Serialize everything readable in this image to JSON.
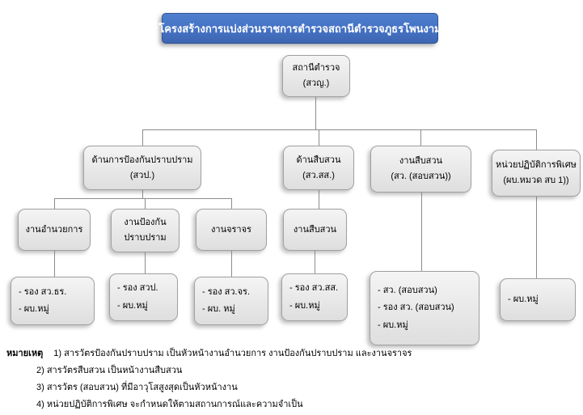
{
  "title": "โครงสร้างการแบ่งส่วนราชการตำรวจสถานีตำรวจภูธรโพนงาม",
  "root": {
    "lines": [
      "สถานีตำรวจ",
      "(สวญ.)"
    ]
  },
  "level2": [
    {
      "lines": [
        "ด้านการป้องกันปราบปราม",
        "(สวป.)"
      ]
    },
    {
      "lines": [
        "ด้านสืบสวน",
        "(สว.สส.)"
      ]
    },
    {
      "lines": [
        "งานสืบสวน",
        "(สว. (สอบสวน))"
      ]
    },
    {
      "lines": [
        "หน่วยปฏิบัติการพิเศษ",
        "(ผบ.หมวด สบ 1))"
      ]
    }
  ],
  "level3": [
    {
      "lines": [
        "งานอำนวยการ"
      ]
    },
    {
      "lines": [
        "งานป้องกัน",
        "ปราบปราม"
      ]
    },
    {
      "lines": [
        "งานจราจร"
      ]
    },
    {
      "lines": [
        "งานสืบสวน"
      ]
    }
  ],
  "level4": [
    {
      "items": [
        "- รอง สว.ธร.",
        "- ผบ.หมู่"
      ]
    },
    {
      "items": [
        "- รอง สวป.",
        "- ผบ.หมู่"
      ]
    },
    {
      "items": [
        "- รอง สว.จร.",
        "- ผบ. หมู่"
      ]
    },
    {
      "items": [
        "- รอง สว.สส.",
        "- ผบ.หมู่"
      ]
    },
    {
      "items": [
        "- สว. (สอบสวน)",
        "- รอง สว. (สอบสวน)",
        "- ผบ.หมู่"
      ]
    },
    {
      "items": [
        "- ผบ.หมู่"
      ]
    }
  ],
  "notes": {
    "heading": "หมายเหตุ",
    "lines": [
      "1) สารวัตรป้องกันปราบปราม เป็นหัวหน้างานอำนวยการ งานป้องกันปราบปราม และงานจราจร",
      "2) สารวัตรสืบสวน เป็นหน้างานสืบสวน",
      "3) สารวัตร (สอบสวน) ที่มีอาวุโสสูงสุดเป็นหัวหน้างาน",
      "4) หน่วยปฏิบัติการพิเศษ จะกำหนดให้ตามสถานการณ์และความจำเป็น"
    ]
  },
  "colors": {
    "title_fill": "#4472C4",
    "title_border": "#2F5597",
    "box_fill": "#EBEBEB",
    "box_border": "#A0A0A0",
    "connector": "#8C8C8C"
  }
}
